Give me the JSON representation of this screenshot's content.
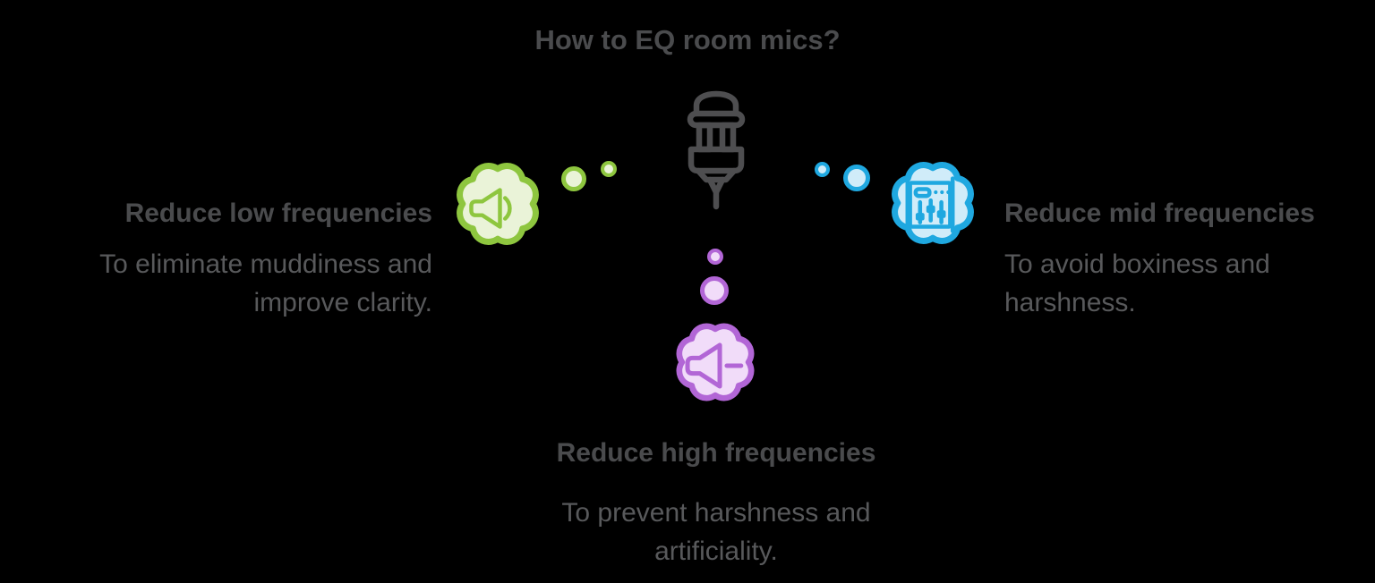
{
  "title": "How to EQ room mics?",
  "colors": {
    "background": "#000000",
    "text_heading": "#4A4B4D",
    "text_body": "#58595B",
    "green": "#8EC63F",
    "green_fill": "#EAF3D8",
    "blue": "#1FA8E0",
    "blue_fill": "#D0ECF9",
    "purple": "#B266D6",
    "purple_fill": "#F1DCF9",
    "mic": "#4E4E50"
  },
  "center_icon": "hanging-room-microphone-icon",
  "items": [
    {
      "id": "low",
      "heading": "Reduce low frequencies",
      "desc_lines": [
        "To eliminate muddiness and",
        "improve clarity."
      ],
      "icon": "speaker-volume-icon",
      "bubble_color": "#8EC63F"
    },
    {
      "id": "mid",
      "heading": "Reduce mid frequencies",
      "desc_lines": [
        "To avoid boxiness and",
        "harshness."
      ],
      "icon": "eq-sliders-panel-icon",
      "bubble_color": "#1FA8E0"
    },
    {
      "id": "high",
      "heading": "Reduce high frequencies",
      "desc_lines": [
        "To prevent harshness and",
        "artificiality."
      ],
      "icon": "speaker-minus-icon",
      "bubble_color": "#B266D6"
    }
  ]
}
